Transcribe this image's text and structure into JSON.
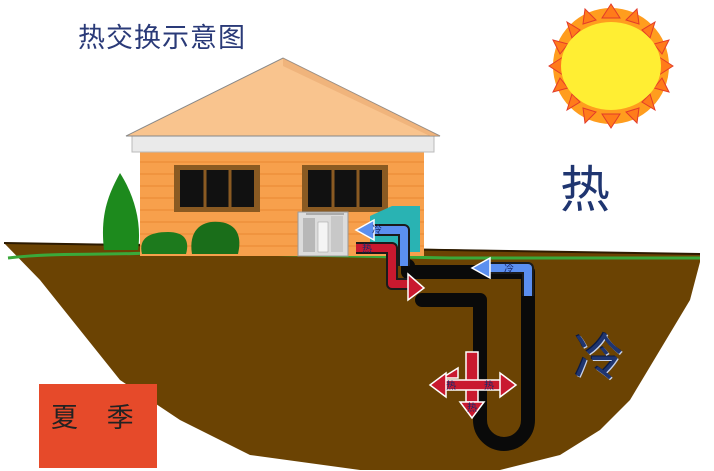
{
  "title": "热交换示意图",
  "labels": {
    "hot": "热",
    "cold": "冷",
    "season": "夏 季",
    "arrow_cold_upper": "冷",
    "arrow_hot_upper": "热",
    "arrow_cold_right": "冷",
    "arrow_hot_left": "热",
    "arrow_hot_right": "热",
    "arrow_hot_down": "热"
  },
  "colors": {
    "soil": "#6b4303",
    "grass": "#2c9a2c",
    "house_wall": "#f7a04c",
    "roof": "#f9c48e",
    "sun": "#ffee33",
    "hot_pipe": "#c9192f",
    "cold_pipe": "#5b8ff0",
    "season_box": "#e64a2a"
  }
}
